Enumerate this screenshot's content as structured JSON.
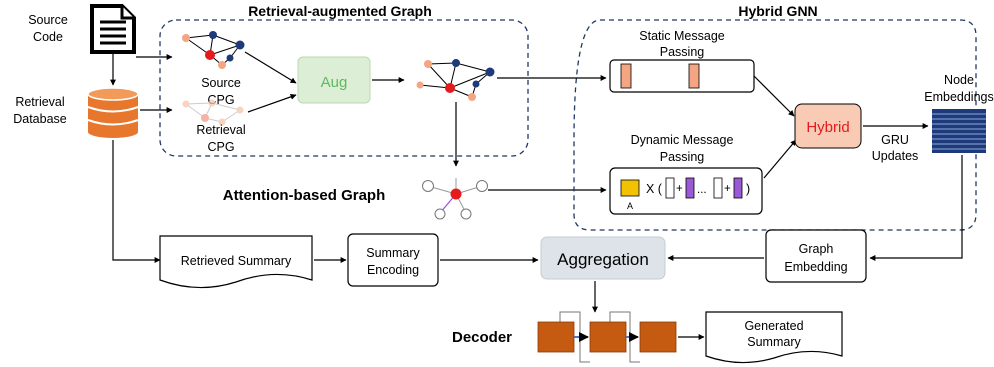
{
  "inputs": {
    "source_code_line1": "Source",
    "source_code_line2": "Code",
    "retrieval_db_line1": "Retrieval",
    "retrieval_db_line2": "Database"
  },
  "retrieval_graph": {
    "title": "Retrieval-augmented Graph",
    "source_cpg_line1": "Source",
    "source_cpg_line2": "CPG",
    "retrieval_cpg_line1": "Retrieval",
    "retrieval_cpg_line2": "CPG",
    "aug_label": "Aug"
  },
  "attention_graph": {
    "title": "Attention-based Graph"
  },
  "hybrid_gnn": {
    "title": "Hybrid GNN",
    "static_line1": "Static Message",
    "static_line2": "Passing",
    "dynamic_line1": "Dynamic Message",
    "dynamic_line2": "Passing",
    "formula_x": "X (",
    "formula_plus1": "+",
    "formula_dots": "...",
    "formula_plus2": "+",
    "formula_close": ")",
    "formula_a": "A",
    "hybrid_label": "Hybrid",
    "gru_line1": "GRU",
    "gru_line2": "Updates",
    "node_emb_line1": "Node",
    "node_emb_line2": "Embeddings"
  },
  "bottom": {
    "retrieved_summary": "Retrieved  Summary",
    "summary_enc_line1": "Summary",
    "summary_enc_line2": "Encoding",
    "aggregation": "Aggregation",
    "graph_emb_line1": "Graph",
    "graph_emb_line2": "Embedding",
    "decoder": "Decoder",
    "generated_line1": "Generated",
    "generated_line2": "Summary"
  },
  "colors": {
    "orange_node": "#f4a582",
    "red_node": "#e41a1c",
    "blue_node": "#1f3a7a",
    "aug_fill": "#dcefd6",
    "aug_text": "#5cb85c",
    "hybrid_fill": "#f9cbb4",
    "hybrid_text": "#e41a1c",
    "database": "#e8772e",
    "decoder_cell": "#c55a11",
    "aggregation_fill": "#dde3e9",
    "dashed": "#1f3864",
    "purple": "#9b59d6",
    "yellow": "#f2c200"
  }
}
